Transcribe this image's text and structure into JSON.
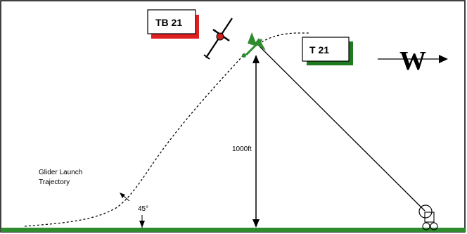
{
  "labels": {
    "tb21": "TB 21",
    "t21": "T 21",
    "wind": "W",
    "height": "1000ft",
    "trajectory_line1": "Glider Launch",
    "trajectory_line2": "Trajectory",
    "angle": "45°"
  },
  "colors": {
    "ground": "#2e8b2e",
    "tb21_shadow": "#e02020",
    "t21_shadow": "#1f7a1f",
    "glider": "#2e8b2e",
    "tug_plane_marking": "#cc2222",
    "frame": "#000000"
  }
}
